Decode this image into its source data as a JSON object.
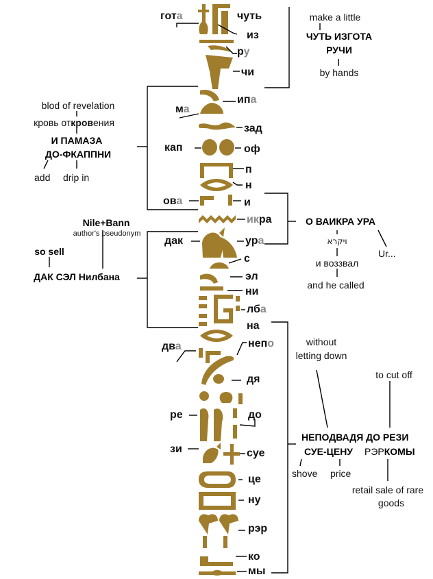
{
  "colors": {
    "glyph": "#a07d2c",
    "text": "#111111",
    "faded": "#8a8a8a",
    "line": "#000000"
  },
  "syllables": {
    "gota": {
      "main": "гот",
      "faded": "а"
    },
    "chut": "чуть",
    "iz": "из",
    "ru": {
      "main": "р",
      "faded": "у"
    },
    "chi": "чи",
    "ipa": {
      "main": "ип",
      "faded": "а"
    },
    "ma": {
      "main": "м",
      "faded": "а"
    },
    "zad": "зад",
    "kap": "кап",
    "of": "оф",
    "p": "п",
    "n": "н",
    "ova": {
      "main": "ов",
      "faded": "а"
    },
    "i": "и",
    "ikra": {
      "faded": "ик",
      "main": "ра"
    },
    "dak": "дак",
    "ura": {
      "main": "ур",
      "faded": "а"
    },
    "s": "с",
    "el": "эл",
    "ni": "ни",
    "lba": {
      "main": "лб",
      "faded": "а"
    },
    "na": "на",
    "dva": {
      "main": "дв",
      "faded": "а"
    },
    "nepo": {
      "main": "неп",
      "faded": "о"
    },
    "dya": "дя",
    "re": "ре",
    "do": "до",
    "zi": "зи",
    "sue": "суе",
    "tse": "це",
    "nu": "ну",
    "rer": "рэр",
    "ko": "ко",
    "my": "мы"
  },
  "group1": {
    "english_top": "make a little",
    "russian_line1": "ЧУТЬ ИЗГОТА",
    "russian_line2": "РУЧИ",
    "english_bottom": "by hands"
  },
  "group2": {
    "english_top": "blod of revelation",
    "gloss_pre": "кровь от",
    "gloss_bold": "кров",
    "gloss_post": "ения",
    "russian_line1": "И ПАМАЗА",
    "russian_line2": "ДО-ФКАППНИ",
    "english_left": "add",
    "english_right": "drip in"
  },
  "group3": {
    "russian": "О ВАИКРА УРА",
    "hebrew": "ויקרא",
    "russian_gloss": "и воззвал",
    "english": "and he called",
    "side": "Ur..."
  },
  "group4": {
    "name": "Nile+Bann",
    "name_note": "author's pseudonym",
    "so_sell": "so sell",
    "russian": "ДАК СЭЛ Нилбана"
  },
  "group5": {
    "english_top_line1": "without",
    "english_top_line2": "letting down",
    "english_cut": "to cut off",
    "russian_line1": "НЕПОДВАДЯ ДО РЕЗИ",
    "russian_line2a": "СУЕ-ЦЕНУ",
    "russian_line2b_faded": "РЭР",
    "russian_line2b_main": "КОМЫ",
    "english_shove": "shove",
    "english_price": "price",
    "english_retail_line1": "retail sale of rare",
    "english_retail_line2": "goods"
  }
}
